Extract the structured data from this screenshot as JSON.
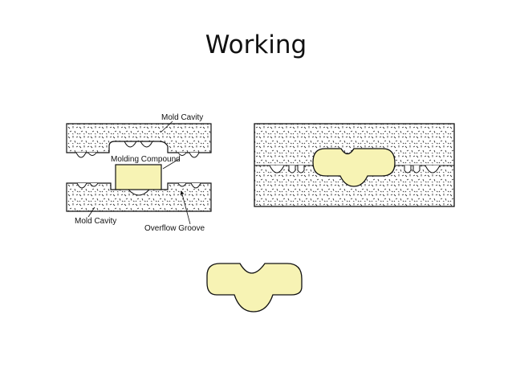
{
  "title": "Working",
  "labels": {
    "mold_cavity_top": "Mold Cavity",
    "molding_compound": "Molding Compound",
    "mold_cavity_bottom": "Mold Cavity",
    "overflow_groove": "Overflow Groove"
  },
  "colors": {
    "compound_fill": "#f7f3b4",
    "mold_fill": "#ffffff",
    "outline": "#111111"
  }
}
